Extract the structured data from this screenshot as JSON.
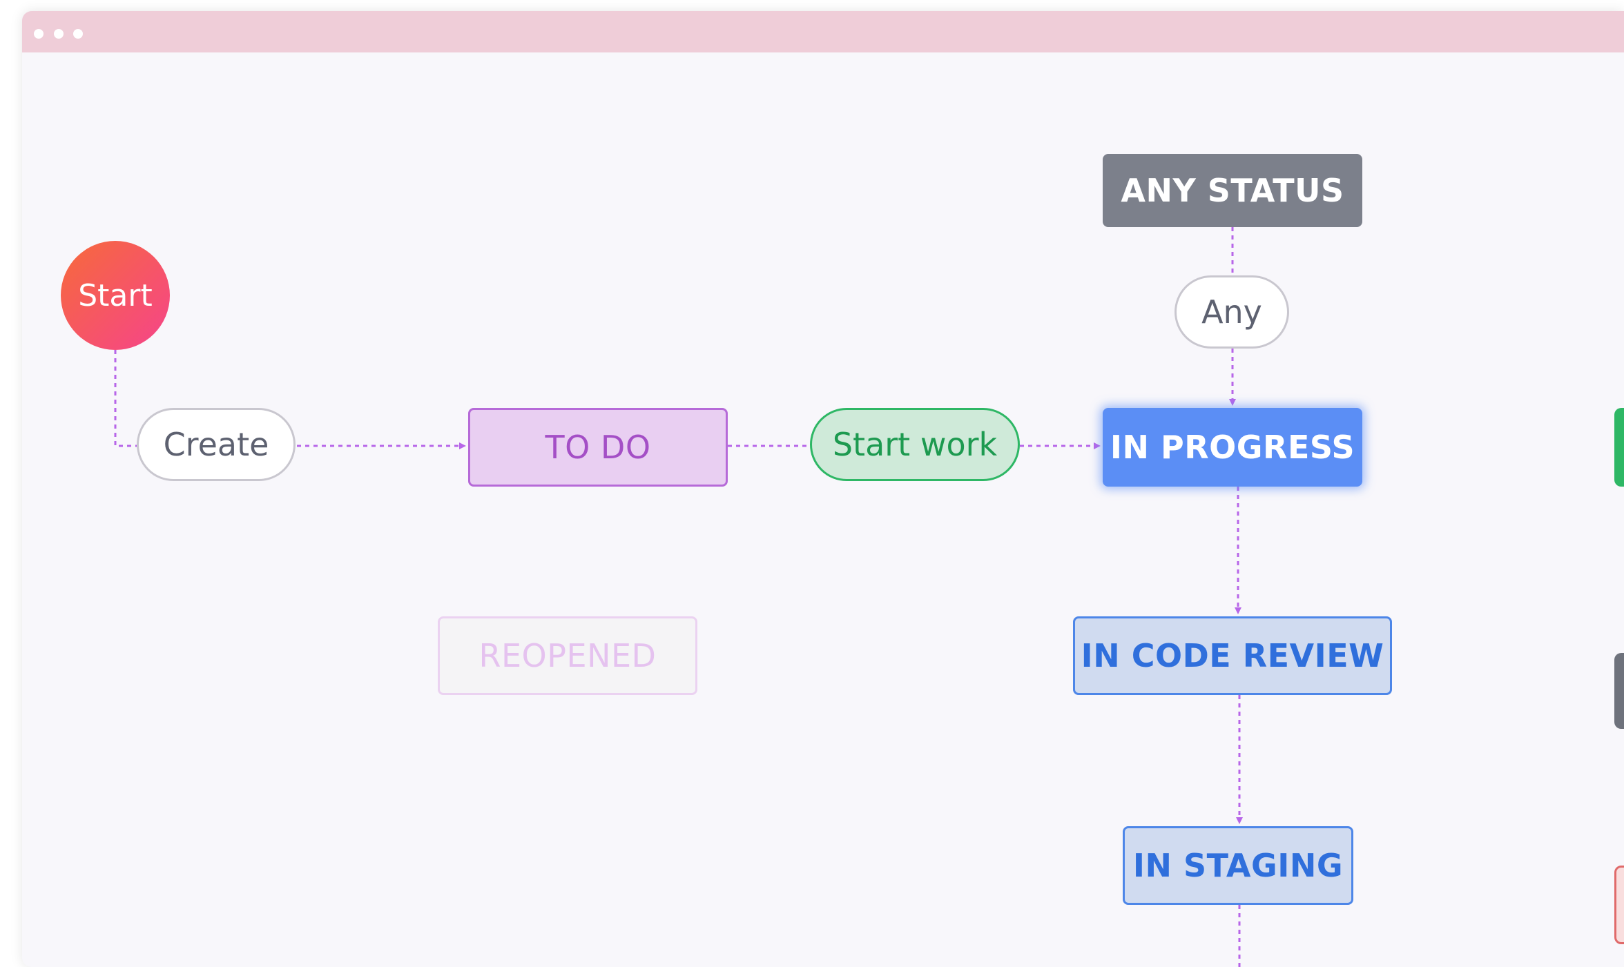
{
  "window": {
    "titlebar_color": "#efcdd8",
    "canvas_color": "#f8f7fb"
  },
  "workflow": {
    "start_label": "Start",
    "transitions": {
      "create": "Create",
      "any": "Any",
      "start_work": "Start work"
    },
    "statuses": {
      "todo": "TO DO",
      "reopened": "REOPENED",
      "any_status": "ANY STATUS",
      "in_progress": "IN PROGRESS",
      "in_code_review": "IN CODE REVIEW",
      "in_staging": "IN STAGING"
    },
    "colors": {
      "connector": "#b766e8",
      "todo": "#b66ad8",
      "in_progress": "#5b8ef5",
      "review": "#4d86e8",
      "start_work": "#2eb765",
      "any_status": "#7c808b"
    }
  }
}
